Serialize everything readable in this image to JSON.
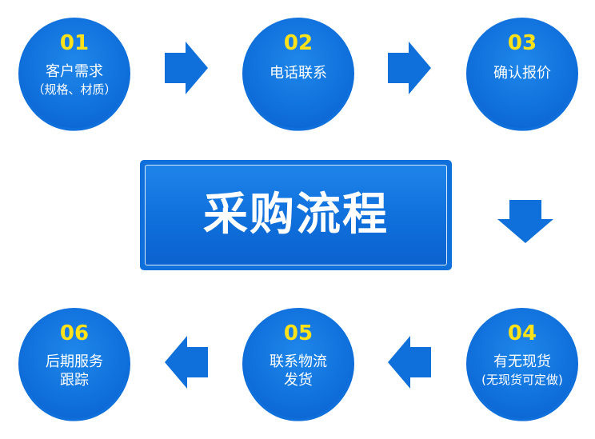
{
  "title": "采购流程",
  "colors": {
    "circle": "#0f6fdb",
    "number": "#ffe21a",
    "arrow": "#0f6fdb",
    "text": "#ffffff"
  },
  "steps": [
    {
      "number": "01",
      "lines": [
        "客户需求",
        "（规格、材质）"
      ]
    },
    {
      "number": "02",
      "lines": [
        "电话联系"
      ]
    },
    {
      "number": "03",
      "lines": [
        "确认报价"
      ]
    },
    {
      "number": "04",
      "lines": [
        "有无现货",
        "(无现货可定做)"
      ]
    },
    {
      "number": "05",
      "lines": [
        "联系物流",
        "发货"
      ]
    },
    {
      "number": "06",
      "lines": [
        "后期服务",
        "跟踪"
      ]
    }
  ],
  "arrows": [
    {
      "direction": "right",
      "icon": "arrow-right-icon"
    },
    {
      "direction": "right",
      "icon": "arrow-right-icon"
    },
    {
      "direction": "down",
      "icon": "arrow-down-icon"
    },
    {
      "direction": "left",
      "icon": "arrow-left-icon"
    },
    {
      "direction": "left",
      "icon": "arrow-left-icon"
    }
  ]
}
